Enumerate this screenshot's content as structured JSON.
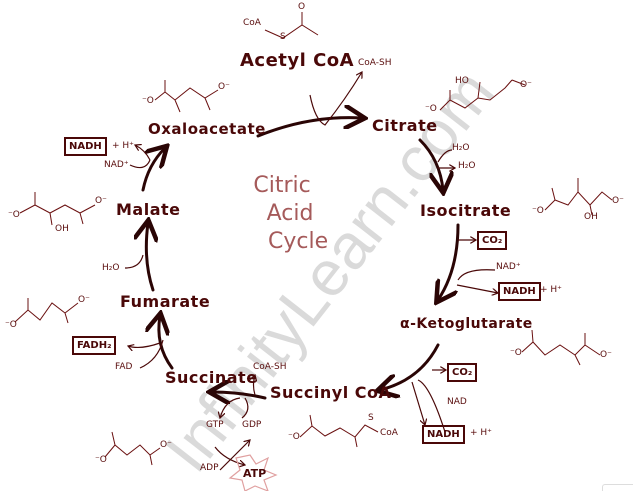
{
  "title": [
    "Citric",
    "Acid",
    "Cycle"
  ],
  "watermark": "InfinityLearn.com",
  "colors": {
    "ink": "#4a0808",
    "title": "#a55a5a",
    "watermark": "#969696",
    "atp_star": "#e0a0a0"
  },
  "intermediates": {
    "acetyl_coa": "Acetyl CoA",
    "citrate": "Citrate",
    "isocitrate": "Isocitrate",
    "alpha_ketoglutarate": "α-Ketoglutarate",
    "succinyl_coa": "Succinyl CoA",
    "succinate": "Succinate",
    "fumarate": "Fumarate",
    "malate": "Malate",
    "oxaloacetate": "Oxaloacetate"
  },
  "cofactors": {
    "coa_sh_1": "CoA-SH",
    "h2o_in": "H₂O",
    "h2o_out": "H₂O",
    "co2_1": "CO₂",
    "nad_1": "NAD⁺",
    "nadh_1": "NADH",
    "h_1": "+ H⁺",
    "co2_2": "CO₂",
    "nad_2": "NAD",
    "nadh_2": "NADH",
    "h_2": "+ H⁺",
    "coa_sh_2": "CoA-SH",
    "gtp": "GTP",
    "gdp": "GDP",
    "adp": "ADP",
    "atp": "ATP",
    "fad": "FAD",
    "fadh2": "FADH₂",
    "h2o_3": "H₂O",
    "nad_3": "NAD⁺",
    "nadh_3": "NADH",
    "h_3": "+ H⁺"
  },
  "structure_text": {
    "coa": "CoA",
    "s": "S",
    "o": "O",
    "o_minus": "O⁻",
    "minus_o": "⁻O",
    "oh": "OH",
    "ho": "HO"
  }
}
